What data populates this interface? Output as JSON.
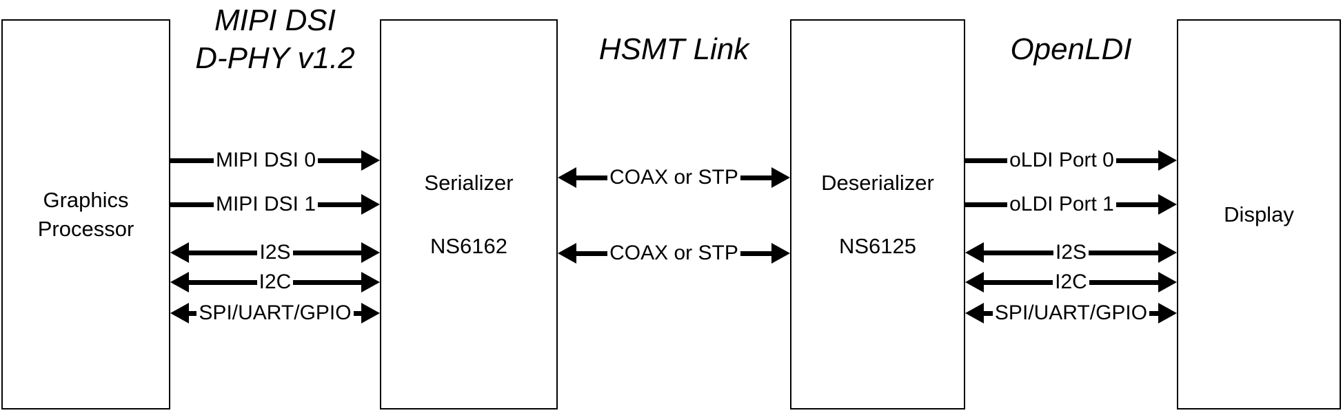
{
  "diagram": {
    "interface_labels": {
      "left": {
        "line1": "MIPI DSI",
        "line2": "D-PHY v1.2"
      },
      "middle": "HSMT Link",
      "right": "OpenLDI"
    },
    "blocks": {
      "graphics_processor": {
        "line1": "Graphics",
        "line2": "Processor"
      },
      "serializer": {
        "line1": "Serializer",
        "line2": "NS6162"
      },
      "deserializer": {
        "line1": "Deserializer",
        "line2": "NS6125"
      },
      "display": {
        "line1": "Display"
      }
    },
    "connections": {
      "left_group": [
        {
          "label": "MIPI DSI 0",
          "direction": "right"
        },
        {
          "label": "MIPI DSI 1",
          "direction": "right"
        },
        {
          "label": "I2S",
          "direction": "both"
        },
        {
          "label": "I2C",
          "direction": "both"
        },
        {
          "label": "SPI/UART/GPIO",
          "direction": "both"
        }
      ],
      "middle_group": [
        {
          "label": "COAX or STP",
          "direction": "both"
        },
        {
          "label": "COAX or STP",
          "direction": "both"
        }
      ],
      "right_group": [
        {
          "label": "oLDI Port 0",
          "direction": "right"
        },
        {
          "label": "oLDI Port 1",
          "direction": "right"
        },
        {
          "label": "I2S",
          "direction": "both"
        },
        {
          "label": "I2C",
          "direction": "both"
        },
        {
          "label": "SPI/UART/GPIO",
          "direction": "both"
        }
      ]
    },
    "colors": {
      "line": "#000000",
      "background": "#ffffff",
      "text": "#000000"
    }
  }
}
